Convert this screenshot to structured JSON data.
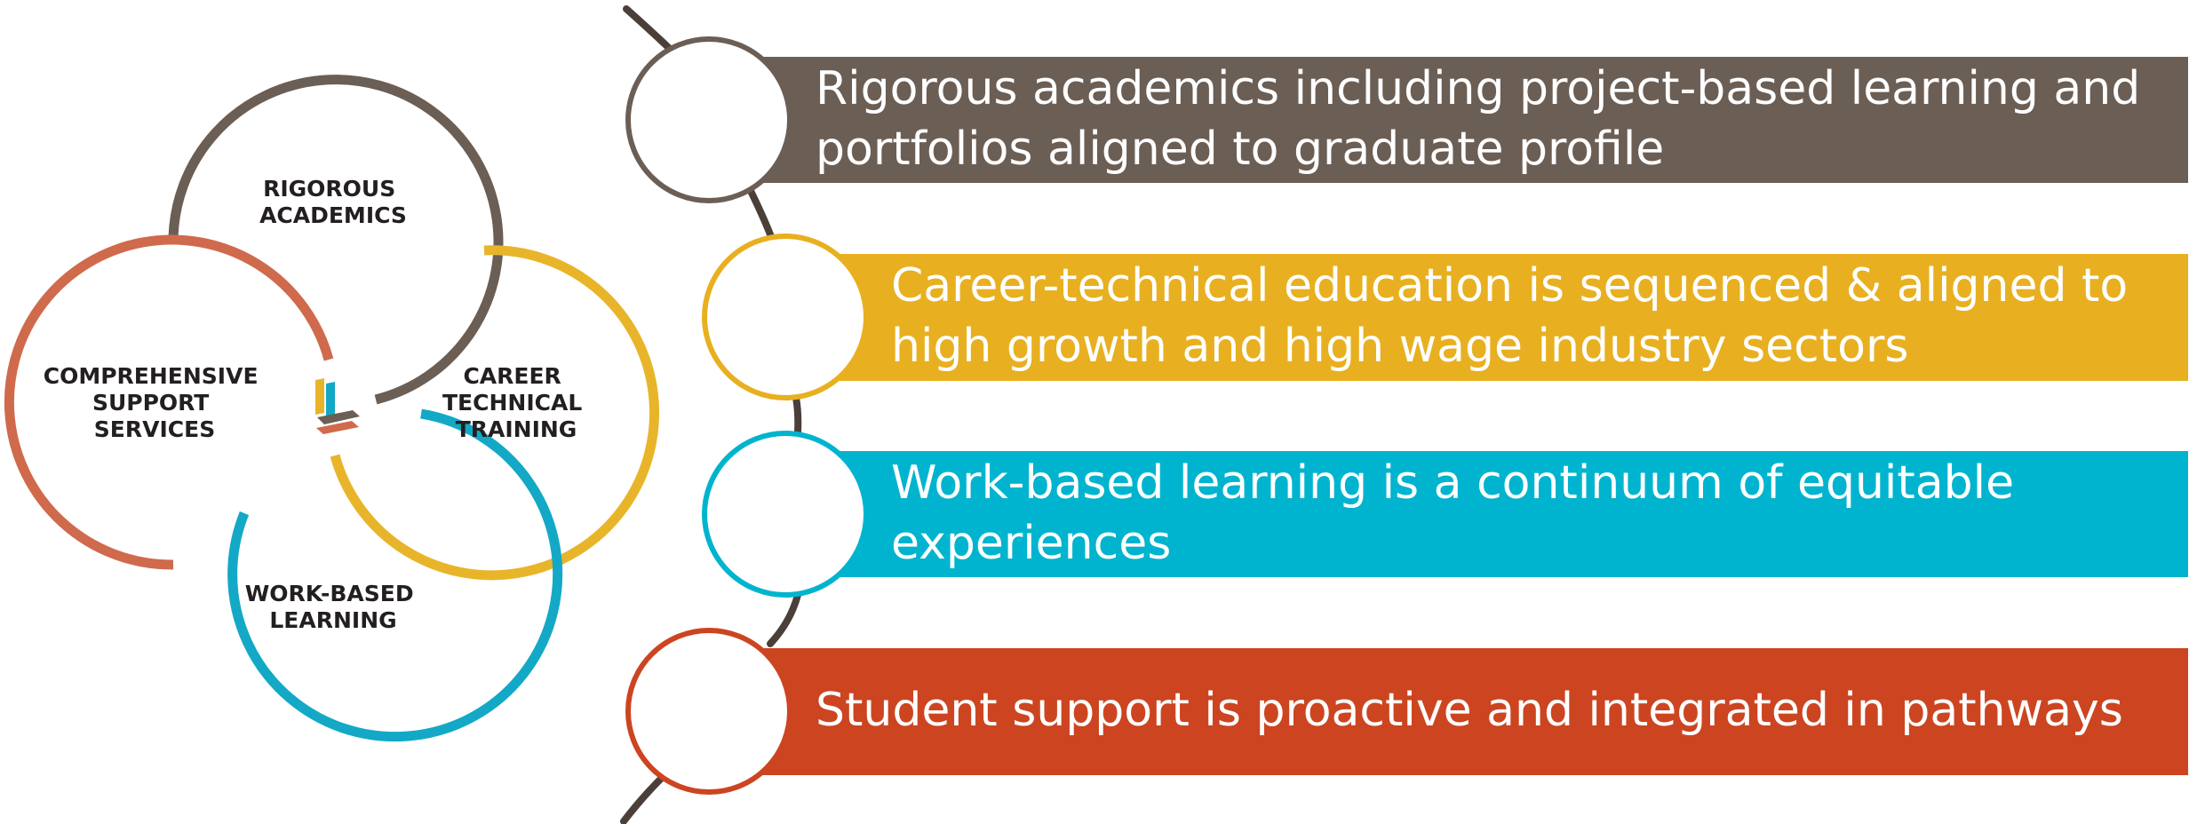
{
  "colors": {
    "brown": "#6b5e55",
    "gold": "#e8b020",
    "teal": "#00b4cf",
    "orange": "#cc4520",
    "venn_brown": "#6b5e55",
    "venn_gold": "#e8b52a",
    "venn_teal": "#13a9c6",
    "venn_orange": "#d06a4c",
    "text_dark": "#231f20",
    "white": "#ffffff"
  },
  "venn": {
    "top_label": [
      "RIGOROUS",
      "ACADEMICS"
    ],
    "right_label": [
      "CAREER",
      "TECHNICAL",
      "TRAINING"
    ],
    "left_label": [
      "COMPREHENSIVE",
      "SUPPORT",
      "SERVICES"
    ],
    "bottom_label": [
      "WORK-BASED",
      "LEARNING"
    ],
    "center_icon": "stacked-l-logo-icon"
  },
  "bands": [
    {
      "color": "brown",
      "lines": [
        "Rigorous academics including project-based learning and",
        "portfolios aligned to graduate profile"
      ]
    },
    {
      "color": "gold",
      "lines": [
        "Career-technical education is sequenced & aligned to",
        "high growth and high wage industry sectors"
      ]
    },
    {
      "color": "teal",
      "lines": [
        "Work-based learning is a continuum of equitable",
        "experiences"
      ]
    },
    {
      "color": "orange",
      "lines": [
        "Student support is proactive and integrated in pathways"
      ]
    }
  ]
}
